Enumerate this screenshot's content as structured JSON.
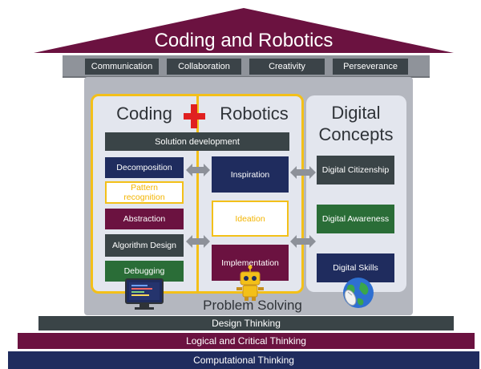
{
  "title": "Coding and Robotics",
  "values": [
    "Communication",
    "Collaboration",
    "Creativity",
    "Perseverance"
  ],
  "headings": {
    "coding": "Coding",
    "robotics": "Robotics",
    "digital": [
      "Digital",
      "Concepts"
    ]
  },
  "solution_development": "Solution development",
  "coding_items": [
    "Decomposition",
    "Pattern recognition",
    "Abstraction",
    "Algorithm Design",
    "Debugging"
  ],
  "robotics_items": [
    "Inspiration",
    "Ideation",
    "Implementation"
  ],
  "digital_items": [
    "Digital Citizenship",
    "Digital Awareness",
    "Digital Skills"
  ],
  "foundation": {
    "problem_solving": "Problem Solving",
    "design_thinking": "Design Thinking",
    "logical_thinking": "Logical and Critical Thinking",
    "computational_thinking": "Computational Thinking"
  },
  "colors": {
    "roof": "#6b1240",
    "navy": "#1f2c5e",
    "maroon": "#6b1240",
    "dark": "#3a4447",
    "green": "#2a6d37",
    "yellow": "#f7c717",
    "plus": "#e02020"
  },
  "icons": [
    "plus-icon",
    "monitor-icon",
    "robot-icon",
    "globe-mouse-icon",
    "double-arrow-icon"
  ]
}
